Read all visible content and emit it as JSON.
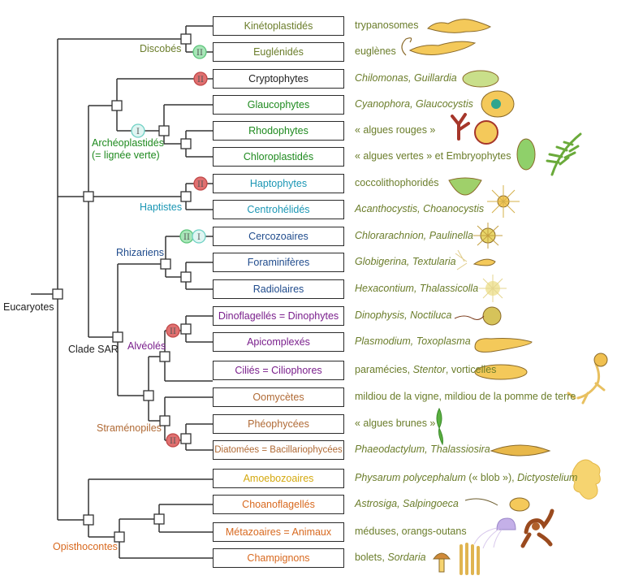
{
  "title": "Arbre phylogénétique des Eucaryotes",
  "colors": {
    "line": "#333333",
    "discobes": "#6b7d2b",
    "cryptophytes": "#222222",
    "archeoplastides": "#1e8a1e",
    "haptistes": "#1a96b4",
    "rhizariens": "#1f4b8c",
    "alveoles": "#7a1f8c",
    "stramenopiles": "#b06a35",
    "amoebozoaires": "#d4a90f",
    "opisthocontes": "#d8691f",
    "examples": "#6b7d2b",
    "endosymbiosis_I_fill": "#dff5f2",
    "endosymbiosis_I_stroke": "#6ed1c4",
    "endosymbiosis_II_green_fill": "#a8e6b8",
    "endosymbiosis_II_green_stroke": "#5cc47a",
    "endosymbiosis_II_red_fill": "#e07070",
    "endosymbiosis_II_red_stroke": "#c04848"
  },
  "root": {
    "label": "Eucaryotes"
  },
  "clades": {
    "discobes": "Discobés",
    "archeoplastides_1": "Archéoplastidés",
    "archeoplastides_2": "(= lignée verte)",
    "haptistes": "Haptistes",
    "rhizariens": "Rhizariens",
    "clade_sar": "Clade SAR",
    "alveoles": "Alvéolés",
    "stramenopiles": "Straménopiles",
    "opisthocontes": "Opisthocontes"
  },
  "endosymbiosis_markers": {
    "primary": "I",
    "secondary": "II"
  },
  "taxa": [
    {
      "name": "Kinétoplastidés",
      "color": "#6b7d2b",
      "example": [
        {
          "t": "trypanosomes",
          "i": false
        }
      ]
    },
    {
      "name": "Euglénidés",
      "color": "#6b7d2b",
      "example": [
        {
          "t": "euglènes",
          "i": false
        }
      ]
    },
    {
      "name": "Cryptophytes",
      "color": "#222222",
      "example": [
        {
          "t": "Chilomonas, Guillardia",
          "i": true
        }
      ]
    },
    {
      "name": "Glaucophytes",
      "color": "#1e8a1e",
      "example": [
        {
          "t": "Cyanophora, Glaucocystis",
          "i": true
        }
      ]
    },
    {
      "name": "Rhodophytes",
      "color": "#1e8a1e",
      "example": [
        {
          "t": "« algues rouges »",
          "i": false
        }
      ]
    },
    {
      "name": "Chloroplastidés",
      "color": "#1e8a1e",
      "example": [
        {
          "t": "« algues vertes » et Embryophytes",
          "i": false
        }
      ]
    },
    {
      "name": "Haptophytes",
      "color": "#1a96b4",
      "example": [
        {
          "t": "coccolithophoridés",
          "i": false
        }
      ]
    },
    {
      "name": "Centrohélidés",
      "color": "#1a96b4",
      "example": [
        {
          "t": "Acanthocystis, Choanocystis",
          "i": true
        }
      ]
    },
    {
      "name": "Cercozoaires",
      "color": "#1f4b8c",
      "example": [
        {
          "t": "Chlorarachnion, Paulinella",
          "i": true
        }
      ]
    },
    {
      "name": "Foraminifères",
      "color": "#1f4b8c",
      "example": [
        {
          "t": "Globigerina, Textularia",
          "i": true
        }
      ]
    },
    {
      "name": "Radiolaires",
      "color": "#1f4b8c",
      "example": [
        {
          "t": "Hexacontium, Thalassicolla",
          "i": true
        }
      ]
    },
    {
      "name": "Dinoflagellés = Dinophytes",
      "color": "#7a1f8c",
      "example": [
        {
          "t": "Dinophysis, Noctiluca",
          "i": true
        }
      ]
    },
    {
      "name": "Apicomplexés",
      "color": "#7a1f8c",
      "example": [
        {
          "t": "Plasmodium, Toxoplasma",
          "i": true
        }
      ]
    },
    {
      "name": "Ciliés = Ciliophores",
      "color": "#7a1f8c",
      "example": [
        {
          "t": "paramécies, ",
          "i": false
        },
        {
          "t": "Stentor",
          "i": true
        },
        {
          "t": ", vorticelles",
          "i": false
        }
      ]
    },
    {
      "name": "Oomycètes",
      "color": "#b06a35",
      "example": [
        {
          "t": "mildiou de la vigne, mildiou de la pomme de terre",
          "i": false
        }
      ]
    },
    {
      "name": "Phéophycées",
      "color": "#b06a35",
      "example": [
        {
          "t": "« algues brunes »",
          "i": false
        }
      ]
    },
    {
      "name": "Diatomées = Bacillariophycées",
      "color": "#b06a35",
      "example": [
        {
          "t": "Phaeodactylum, Thalassiosira",
          "i": true
        }
      ]
    },
    {
      "name": "Amoebozoaires",
      "color": "#d4a90f",
      "example": [
        {
          "t": "Physarum polycephalum",
          "i": true
        },
        {
          "t": " (« blob »), ",
          "i": false
        },
        {
          "t": "Dictyostelium",
          "i": true
        }
      ]
    },
    {
      "name": "Choanoflagellés",
      "color": "#d8691f",
      "example": [
        {
          "t": "Astrosiga, Salpingoeca",
          "i": true
        }
      ]
    },
    {
      "name": "Métazoaires = Animaux",
      "color": "#d8691f",
      "example": [
        {
          "t": "méduses, orangs-outans",
          "i": false
        }
      ]
    },
    {
      "name": "Champignons",
      "color": "#d8691f",
      "example": [
        {
          "t": "bolets, ",
          "i": false
        },
        {
          "t": "Sordaria",
          "i": true
        }
      ]
    }
  ],
  "illustrations": [
    "trypanosome-illustration",
    "euglena-illustration",
    "cryptophyte-illustration",
    "glaucophyte-illustration",
    "red-alga-illustration",
    "red-alga-cell-illustration",
    "green-alga-illustration",
    "fern-illustration",
    "coccolithophore-illustration",
    "centrohelid-illustration",
    "chlorarachnion-illustration",
    "foraminifera-illustration",
    "radiolarian-illustration",
    "dinoflagellate-illustration",
    "plasmodium-illustration",
    "paramecium-illustration",
    "oomycete-illustration",
    "brown-alga-illustration",
    "diatom-illustration",
    "slime-mold-illustration",
    "choanoflagellate-illustration",
    "jellyfish-illustration",
    "orangutan-illustration",
    "mushroom-illustration",
    "ascus-illustration"
  ]
}
